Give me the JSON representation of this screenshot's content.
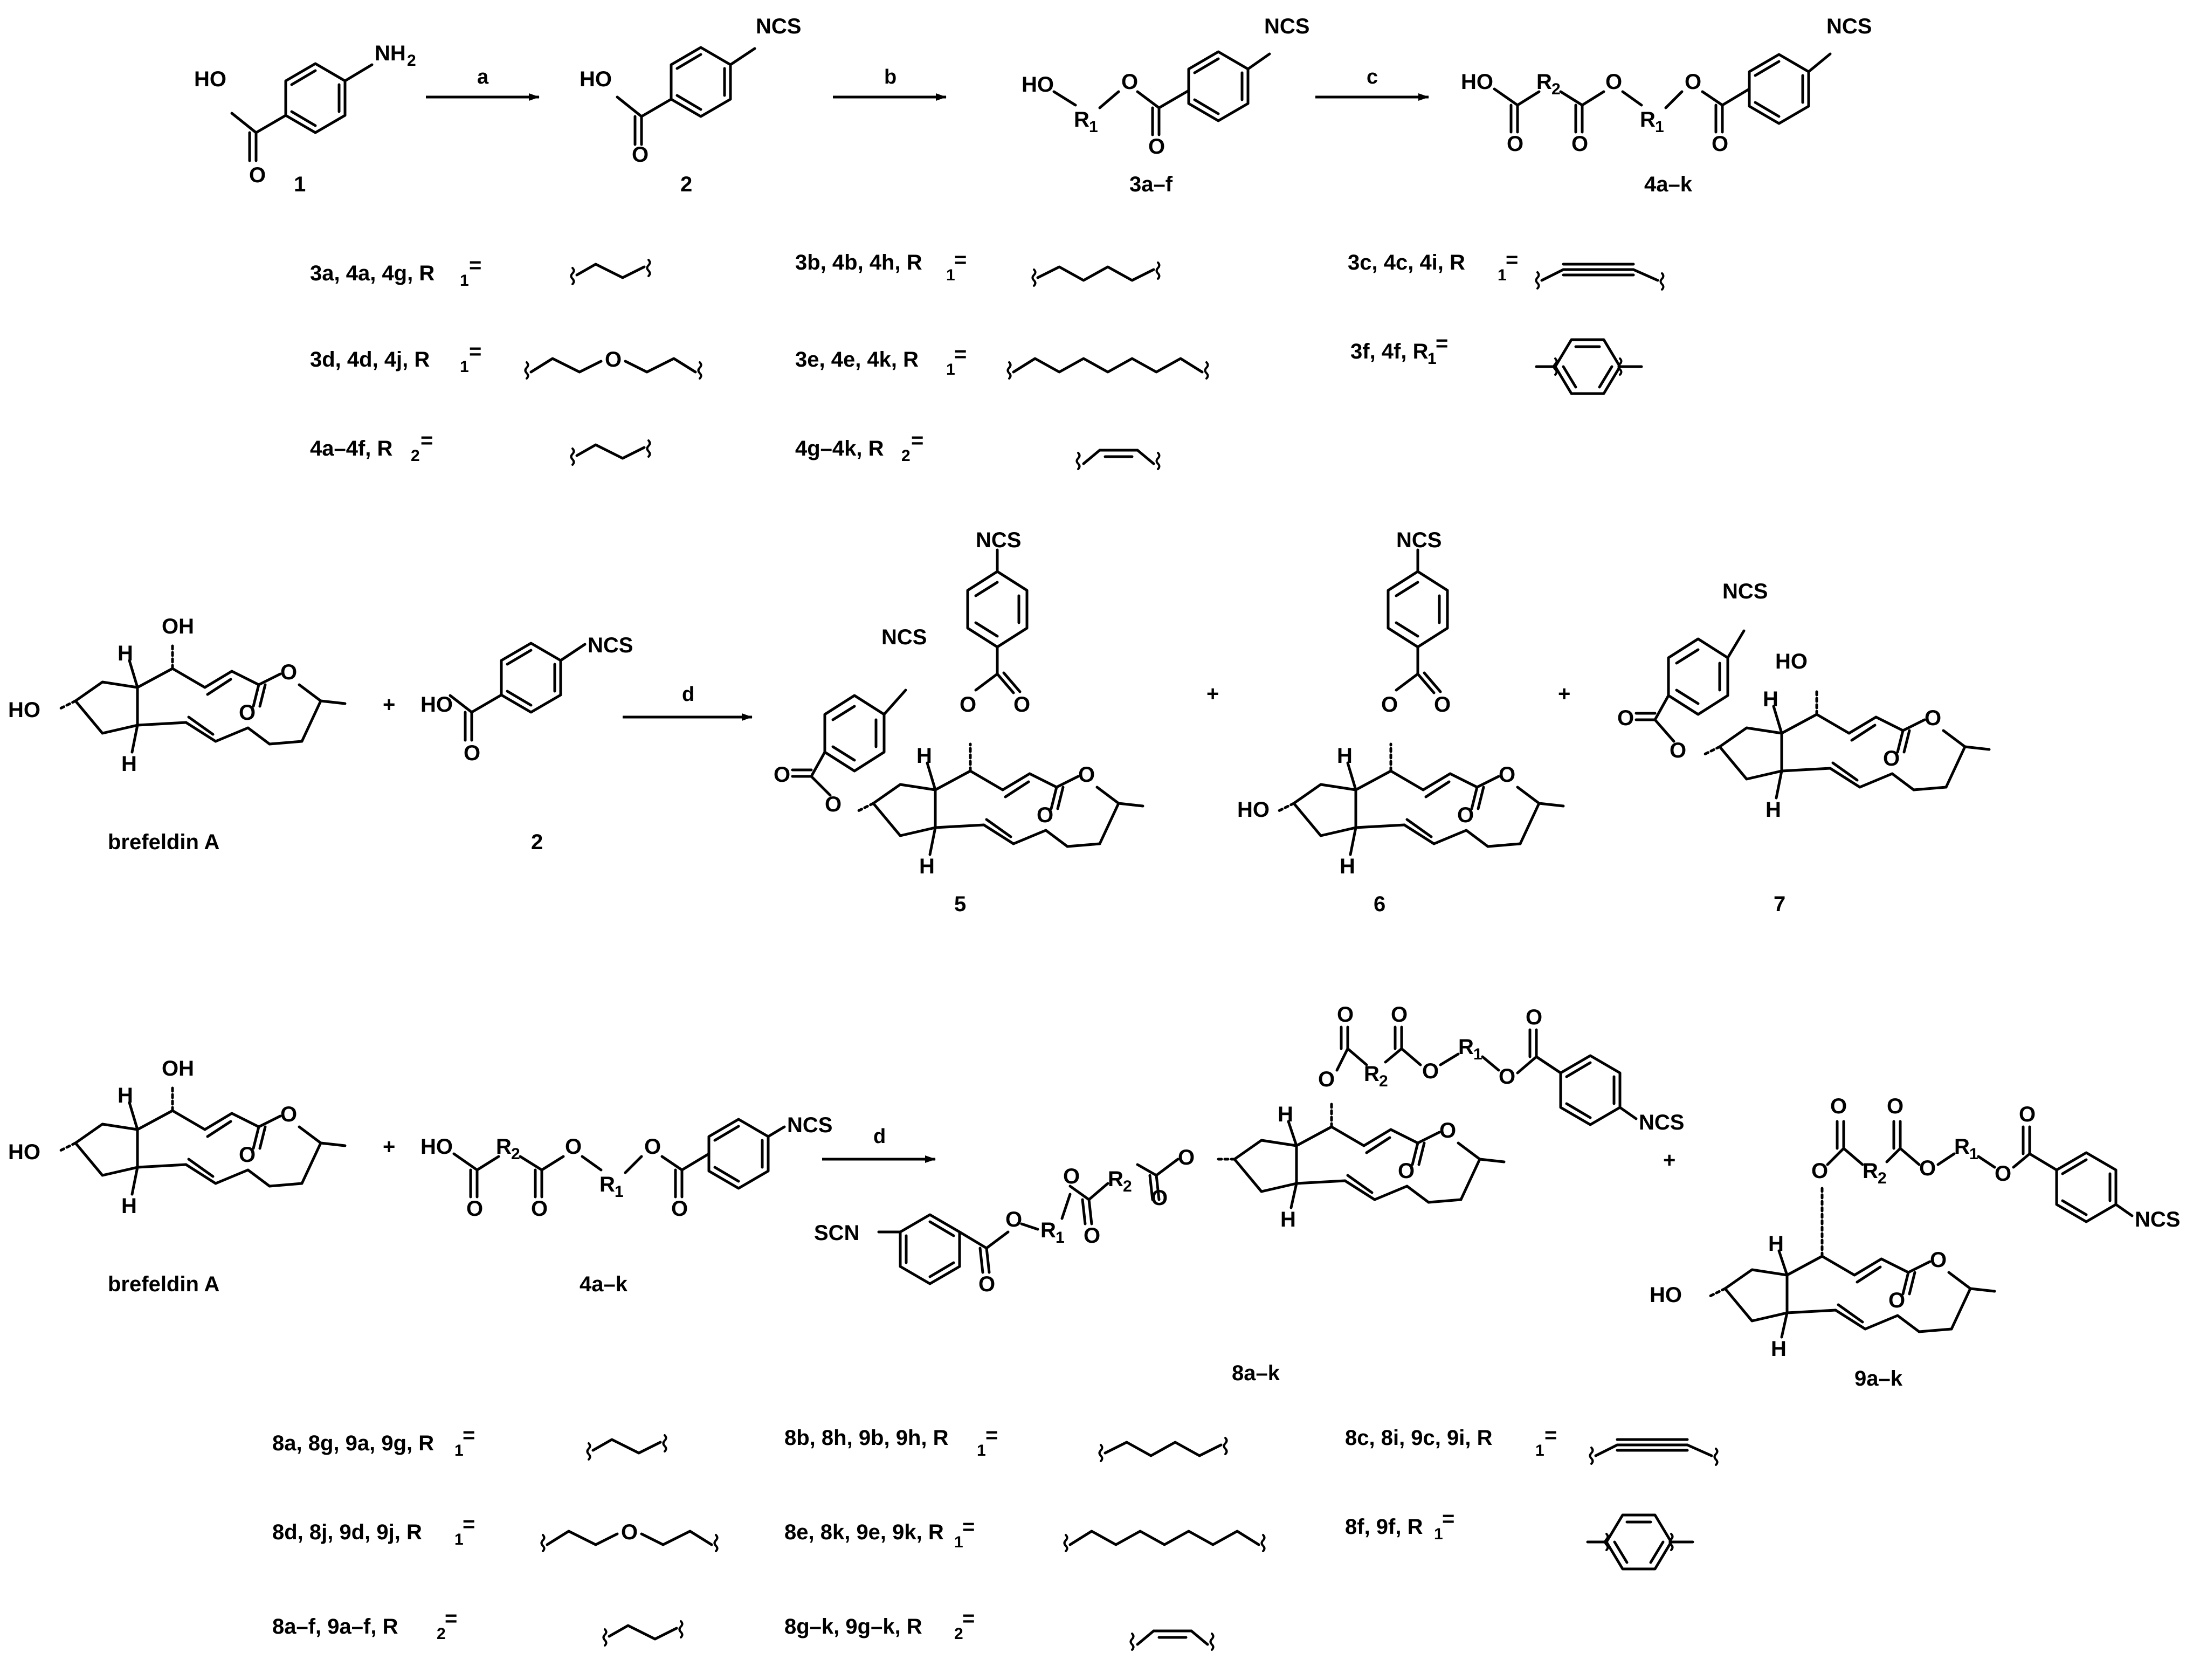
{
  "row1": {
    "compounds": [
      {
        "id": "1",
        "label": "1"
      },
      {
        "id": "2",
        "label": "2"
      },
      {
        "id": "3",
        "label": "3a–f"
      },
      {
        "id": "4",
        "label": "4a–k"
      }
    ],
    "atoms": {
      "nh2": "NH",
      "nh2_sub": "2",
      "ho": "HO",
      "ncs": "NCS",
      "o": "O",
      "r1": "R",
      "r1_sub": "1",
      "r2": "R",
      "r2_sub": "2"
    },
    "arrows": [
      "a",
      "b",
      "c"
    ],
    "legend": [
      "3a, 4a, 4g, R",
      "3b, 4b, 4h, R",
      "3c, 4c, 4i, R",
      "3d, 4d, 4j, R",
      "3e, 4e, 4k, R",
      "3f,  4f, R",
      "4a–4f, R",
      "4g–4k, R"
    ],
    "legend_subs": [
      "1",
      "1",
      "1",
      "1",
      "1",
      "1",
      "2",
      "2"
    ],
    "legend_eq": "="
  },
  "row2": {
    "labels": [
      "brefeldin A",
      "2",
      "5",
      "6",
      "7"
    ],
    "arrow": "d",
    "plus": "+",
    "atoms": {
      "oh": "OH",
      "ho": "HO",
      "h": "H",
      "o": "O",
      "ncs": "NCS"
    }
  },
  "row3": {
    "labels": [
      "brefeldin A",
      "4a–k",
      "8a–k",
      "9a–k"
    ],
    "arrow": "d",
    "plus": "+",
    "atoms": {
      "scn": "SCN",
      "ncs": "NCS",
      "oh": "OH",
      "ho": "HO",
      "h": "H",
      "o": "O"
    },
    "legend": [
      "8a, 8g, 9a, 9g, R",
      "8b, 8h, 9b, 9h, R",
      "8c, 8i,  9c, 9i,  R",
      "8d, 8j,  9d, 9j,  R",
      "8e, 8k, 9e, 9k, R",
      "8f, 9f, R",
      "8a–f,  9a–f,  R",
      "8g–k, 9g–k, R"
    ],
    "legend_subs": [
      "1",
      "1",
      "1",
      "1",
      "1",
      "1",
      "2",
      "2"
    ],
    "legend_eq": "="
  }
}
